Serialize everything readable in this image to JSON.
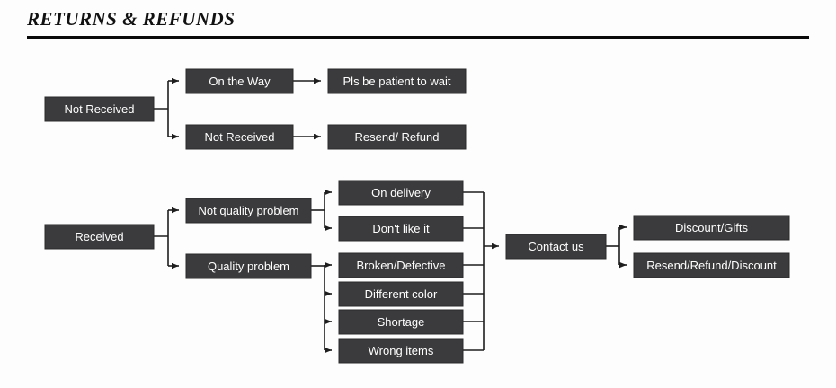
{
  "page": {
    "title": "RETURNS & REFUNDS",
    "background_color": "#fdfdfd",
    "rule_color": "#0a0a0a",
    "node_fill_color": "#3b3a3c",
    "node_text_color": "#ffffff",
    "connector_color": "#1e1e1e"
  },
  "flowchart": {
    "branch_not_received": {
      "root": "Not Received",
      "options": [
        {
          "label": "On the Way",
          "outcome": "Pls be patient to wait"
        },
        {
          "label": "Not Received",
          "outcome": "Resend/ Refund"
        }
      ]
    },
    "branch_received": {
      "root": "Received",
      "categories": [
        {
          "label": "Not quality problem",
          "reasons": [
            "On delivery",
            "Don't like it"
          ]
        },
        {
          "label": "Quality problem",
          "reasons": [
            "Broken/Defective",
            "Different color",
            "Shortage",
            "Wrong items"
          ]
        }
      ],
      "merge": "Contact us",
      "resolutions": [
        "Discount/Gifts",
        "Resend/Refund/Discount"
      ]
    }
  },
  "nodes": {
    "not_received_root": "Not Received",
    "on_the_way": "On the Way",
    "not_received_child": "Not Received",
    "pls_be_patient": "Pls be patient to wait",
    "resend_refund": "Resend/ Refund",
    "received_root": "Received",
    "not_quality_problem": "Not quality problem",
    "quality_problem": "Quality problem",
    "on_delivery": "On delivery",
    "dont_like_it": "Don't like it",
    "broken_defective": "Broken/Defective",
    "different_color": "Different color",
    "shortage": "Shortage",
    "wrong_items": "Wrong items",
    "contact_us": "Contact us",
    "discount_gifts": "Discount/Gifts",
    "resend_refund_discount": "Resend/Refund/Discount"
  }
}
